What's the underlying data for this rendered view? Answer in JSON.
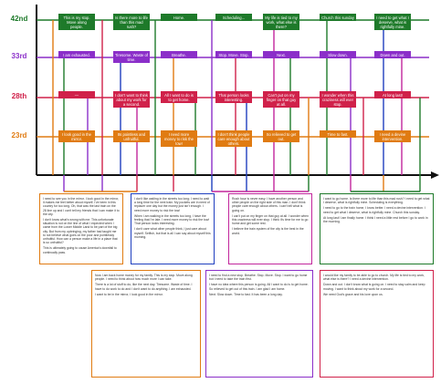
{
  "streets": [
    {
      "name": "42nd",
      "color": "#1e7a2a"
    },
    {
      "name": "33rd",
      "color": "#8b2fc9"
    },
    {
      "name": "28th",
      "color": "#d0214a"
    },
    {
      "name": "23rd",
      "color": "#e07b12"
    }
  ],
  "labels": [
    {
      "id": "l42-1",
      "street": 0,
      "text": "This is my stop. Move along people.",
      "color": "#1e7a2a"
    },
    {
      "id": "l42-2",
      "street": 0,
      "text": "Is there more to life than this mad rush?",
      "color": "#1e7a2a"
    },
    {
      "id": "l42-3",
      "street": 0,
      "text": "Home.",
      "color": "#1e7a2a"
    },
    {
      "id": "l42-4",
      "street": 0,
      "text": "Scheduling...",
      "color": "#1e7a2a"
    },
    {
      "id": "l42-5",
      "street": 0,
      "text": "My life is tied to my work, what else is there?",
      "color": "#1e7a2a"
    },
    {
      "id": "l42-6",
      "street": 0,
      "text": "Church this sunday",
      "color": "#1e7a2a"
    },
    {
      "id": "l42-7",
      "street": 0,
      "text": "I need to get what I deserve, what is rightfully mine.",
      "color": "#1e7a2a"
    },
    {
      "id": "l33-1",
      "street": 1,
      "text": "I am exhausted.",
      "color": "#8b2fc9"
    },
    {
      "id": "l33-2",
      "street": 1,
      "text": "Tiresome. Waste of time.",
      "color": "#8b2fc9"
    },
    {
      "id": "l33-3",
      "street": 1,
      "text": "Breathe.",
      "color": "#8b2fc9"
    },
    {
      "id": "l33-4",
      "street": 1,
      "text": "Stop. Move. Stop.",
      "color": "#8b2fc9"
    },
    {
      "id": "l33-5",
      "street": 1,
      "text": "Next.",
      "color": "#8b2fc9"
    },
    {
      "id": "l33-6",
      "street": 1,
      "text": "Slow down.",
      "color": "#8b2fc9"
    },
    {
      "id": "l33-7",
      "street": 1,
      "text": "Down and out.",
      "color": "#8b2fc9"
    },
    {
      "id": "l28-1",
      "street": 2,
      "text": "—",
      "color": "#d0214a"
    },
    {
      "id": "l28-2",
      "street": 2,
      "text": "I don't want to think about my work for a second.",
      "color": "#d0214a"
    },
    {
      "id": "l28-3",
      "street": 2,
      "text": "All I want to do is to get home.",
      "color": "#d0214a"
    },
    {
      "id": "l28-4",
      "street": 2,
      "text": "That person looks interesting.",
      "color": "#d0214a"
    },
    {
      "id": "l28-5",
      "street": 2,
      "text": "Can't put on my finger on that guy at all.",
      "color": "#d0214a"
    },
    {
      "id": "l28-6",
      "street": 2,
      "text": "I wonder when this craziness will ever stop.",
      "color": "#d0214a"
    },
    {
      "id": "l28-7",
      "street": 2,
      "text": "At long last!",
      "color": "#d0214a"
    },
    {
      "id": "l23-1",
      "street": 3,
      "text": "I look good in the mirror.",
      "color": "#e07b12"
    },
    {
      "id": "l23-2",
      "street": 3,
      "text": "Its pointless and unfruitful.",
      "color": "#e07b12"
    },
    {
      "id": "l23-3",
      "street": 3,
      "text": "I need more money to risk the tow!",
      "color": "#e07b12"
    },
    {
      "id": "l23-4",
      "street": 3,
      "text": "I don't think people care enough about others.",
      "color": "#e07b12"
    },
    {
      "id": "l23-5",
      "street": 3,
      "text": "So relieved to get out.",
      "color": "#e07b12"
    },
    {
      "id": "l23-6",
      "street": 3,
      "text": "Time to fast.",
      "color": "#e07b12"
    },
    {
      "id": "l23-7",
      "street": 3,
      "text": "I need a devine intervention.",
      "color": "#e07b12"
    }
  ],
  "panels": [
    {
      "id": "p1",
      "color": "#e07b12",
      "paras": [
        "I need to see you in the mirror. I look good in the mirror, it makes me feel better about myself. I've been in this country for too long. Oh, that was the last train on the 28 line up and I can't tell my friends that I can make it to the city.",
        "I don't know what's wrong with me. This unfortunate situation is not on the line of what I expected when I came from the Lower Middle Land to be part of the big city. But from my upbringing, my father had taught me to not believe what goes on the poor and pointlessly unfruitful. How can a person make a life in a place that is so unfruitful?",
        "This is ultimately going to cause America's downfall to continually pass."
      ]
    },
    {
      "id": "p2",
      "color": "#1f3fbf",
      "paras": [
        "I don't like waiting in the streets too long; I need to wait a long time for the next train. My pockets are in need of replacer one day but the money just isn't enough. I need more money to risk the tow!",
        "When I am walking in the streets too long, I have the feeling that I'm late. I need more money to risk the tow! That person looks interesting.",
        "I don't care what other people think, I just care about myself. Selfish, but that is all I can say about myself this morning."
      ]
    },
    {
      "id": "p3",
      "color": "#c2269c",
      "paras": [
        "Rush hour is never easy. I have another person and other people on the right side of this man. I don't think people care enough about others. I can't tell what is going on.",
        "I can't put on my finger on that guy at all. I wonder when this craziness will ever stop. I think it's time for me to go home and get some rest.",
        "I believe the train system of the city is the best in the world."
      ]
    },
    {
      "id": "p4",
      "color": "#1e7a2a",
      "paras": [
        "I want to go home. Is there more to life than this mad rush? I need to get what I deserve, what is rightfully mine. Scheduling is everything.",
        "I need to go to the train home, I know better. I need a devine intervention. I need to get what I deserve, what is rightfully mine. Church this sunday.",
        "At long last! I am finally home. I think I need a little rest before I go to work in the morning."
      ]
    },
    {
      "id": "p5",
      "color": "#e07b12",
      "paras": [
        "Now I am back home money for my family. This is my stop. Move along people. I need to think about how much more I can take.",
        "There is a lot of stuff to do, like the next day. Tiresome. Waste of time. I have to do work to do and I don't want to do anything. I am exhausted.",
        "I want to be in the mirror, I look good in the mirror."
      ]
    },
    {
      "id": "p6",
      "color": "#8b2fc9",
      "paras": [
        "I need to find a new stop. Breathe. Stop. Move. Stop. I want to go home but I need to take the train first.",
        "I have no idea where this person is going. All I want to do is to get home. So relieved to get out of this train. I am glad I am home.",
        "Next. Slow down. Time to fast. It has been a long day."
      ]
    },
    {
      "id": "p7",
      "color": "#d0214a",
      "paras": [
        "I would like my family to be able to go to church. My life is tied to my work, what else is there? I need a devine intervention.",
        "Down and out. I don't know what is going on. I need to stay calm and keep moving. I want to think about my work for a second.",
        "We need God's grace and his love upon us."
      ]
    }
  ]
}
